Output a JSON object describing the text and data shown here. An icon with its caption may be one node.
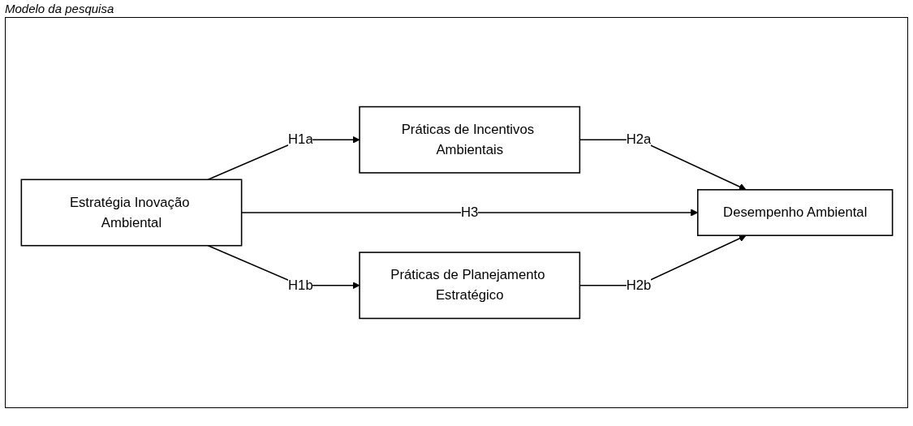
{
  "diagram": {
    "title": "Modelo da pesquisa",
    "nodes": [
      {
        "text": [
          "Práticas de Incentivos Ambientais"
        ]
      },
      {
        "text": [
          "Estratégia Inovação Ambiental"
        ]
      },
      {
        "text": [
          "Desempenho Ambiental"
        ]
      },
      {
        "text": [
          "Práticas de Planejamento Estratégico"
        ]
      }
    ],
    "edges": [
      {
        "from": 1,
        "to": 0,
        "arrow": "to",
        "label": "H1a"
      },
      {
        "from": 0,
        "to": 2,
        "arrow": "to",
        "label": "H2a"
      },
      {
        "from": 1,
        "to": 2,
        "arrow": "to",
        "label": "H3"
      },
      {
        "from": 1,
        "to": 3,
        "arrow": "to",
        "label": "H1b"
      },
      {
        "from": 3,
        "to": 2,
        "arrow": "to",
        "label": "H2b"
      }
    ]
  }
}
